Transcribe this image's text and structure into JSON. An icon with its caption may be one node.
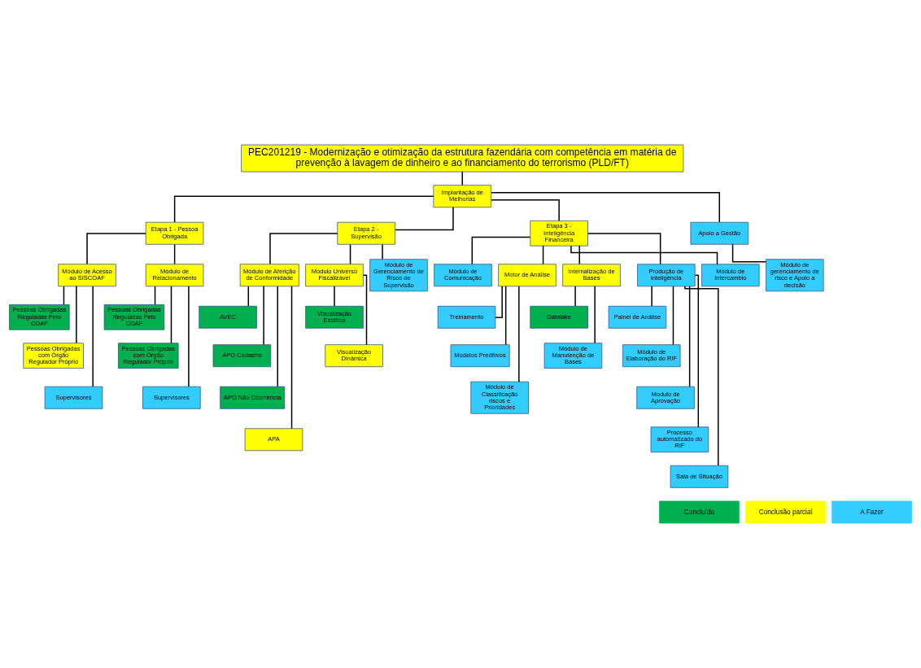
{
  "diagram": {
    "nodes": [
      {
        "text": [
          "PEC201219 - Modernização e otimização da estrutura fazendária com competência em matéria de prevenção à lavagem de dinheiro e ao financiamento do terrorismo (PLD/FT)"
        ]
      },
      {
        "text": [
          "Implantação de Melhorias"
        ]
      },
      {
        "text": [
          "Etapa 1 - Pessoa Obrigada"
        ]
      },
      {
        "text": [
          "Etapa 2 - Supervisão"
        ]
      },
      {
        "text": [
          "Etapa 3 - Inteligência Financeira"
        ]
      },
      {
        "text": [
          "Apoio a Gestão"
        ]
      },
      {
        "text": [
          "Módulo de Acesso ao SISCOAF"
        ]
      },
      {
        "text": [
          "Módulo de Relacionamento"
        ]
      },
      {
        "text": [
          "Módulo de Aferição de Conformidade"
        ]
      },
      {
        "text": [
          "Módulo Universo Fiscalizável"
        ]
      },
      {
        "text": [
          "Módulo de Gerenciamento de Risco de Supervisão"
        ]
      },
      {
        "text": [
          "Módulo de Comunicação"
        ]
      },
      {
        "text": [
          "Motor de Análise"
        ]
      },
      {
        "text": [
          "Internalização de Bases"
        ]
      },
      {
        "text": [
          "Produção de inteligência"
        ]
      },
      {
        "text": [
          "Módulo de Intercambio"
        ]
      },
      {
        "text": [
          "Módulo de gerenciamento de risco e Apoio a decisão"
        ]
      },
      {
        "text": [
          "Pessoas Obrigadas Reguladas Pelo COAF"
        ]
      },
      {
        "text": [
          "Pessoas Obrigadas com Órgão Regulador Próprio"
        ]
      },
      {
        "text": [
          "Supervisores"
        ]
      },
      {
        "text": [
          "Pessoas Obrigadas Reguladas Pelo COAF"
        ]
      },
      {
        "text": [
          "Pessoas Obrigadas com Órgão Regulador Próprio"
        ]
      },
      {
        "text": [
          "Supervisores"
        ]
      },
      {
        "text": [
          "AVEC"
        ]
      },
      {
        "text": [
          "APO Cadastro"
        ]
      },
      {
        "text": [
          "APO Não Ocorrência"
        ]
      },
      {
        "text": [
          "APA"
        ]
      },
      {
        "text": [
          "Visualização Estática"
        ]
      },
      {
        "text": [
          "Visualização Dinâmica"
        ]
      },
      {
        "text": [
          "Treinamento"
        ]
      },
      {
        "text": [
          "Modelos Preditivos"
        ]
      },
      {
        "text": [
          "Módulo de Classificação riscos e Prioridades"
        ]
      },
      {
        "text": [
          "Datalake"
        ]
      },
      {
        "text": [
          "Módulo de Manutenção de Bases"
        ]
      },
      {
        "text": [
          "Painel de Análise"
        ]
      },
      {
        "text": [
          "Módulo de Elaboração do RIF"
        ]
      },
      {
        "text": [
          "Modulo de Aprovação"
        ]
      },
      {
        "text": [
          "Processo automatizado do RIF"
        ]
      },
      {
        "text": [
          "Sala de Situação"
        ]
      }
    ],
    "edges": [
      {
        "from": 0,
        "to": 1,
        "arrow": "none"
      },
      {
        "from": 1,
        "to": 2,
        "arrow": "none"
      },
      {
        "from": 1,
        "to": 3,
        "arrow": "none"
      },
      {
        "from": 1,
        "to": 4,
        "arrow": "none"
      },
      {
        "from": 1,
        "to": 5,
        "arrow": "none"
      },
      {
        "from": 2,
        "to": 6,
        "arrow": "none"
      },
      {
        "from": 2,
        "to": 7,
        "arrow": "none"
      },
      {
        "from": 3,
        "to": 8,
        "arrow": "none"
      },
      {
        "from": 3,
        "to": 9,
        "arrow": "none"
      },
      {
        "from": 3,
        "to": 10,
        "arrow": "none"
      },
      {
        "from": 4,
        "to": 11,
        "arrow": "none"
      },
      {
        "from": 4,
        "to": 12,
        "arrow": "none"
      },
      {
        "from": 4,
        "to": 13,
        "arrow": "none"
      },
      {
        "from": 4,
        "to": 14,
        "arrow": "none"
      },
      {
        "from": 4,
        "to": 15,
        "arrow": "none"
      },
      {
        "from": 5,
        "to": 16,
        "arrow": "none"
      },
      {
        "from": 6,
        "to": 17,
        "arrow": "none"
      },
      {
        "from": 6,
        "to": 18,
        "arrow": "none"
      },
      {
        "from": 6,
        "to": 19,
        "arrow": "none"
      },
      {
        "from": 7,
        "to": 20,
        "arrow": "none"
      },
      {
        "from": 7,
        "to": 21,
        "arrow": "none"
      },
      {
        "from": 7,
        "to": 22,
        "arrow": "none"
      },
      {
        "from": 8,
        "to": 23,
        "arrow": "none"
      },
      {
        "from": 8,
        "to": 24,
        "arrow": "none"
      },
      {
        "from": 8,
        "to": 25,
        "arrow": "none"
      },
      {
        "from": 8,
        "to": 26,
        "arrow": "none"
      },
      {
        "from": 9,
        "to": 27,
        "arrow": "none"
      },
      {
        "from": 9,
        "to": 28,
        "arrow": "none"
      },
      {
        "from": 12,
        "to": 29,
        "arrow": "none"
      },
      {
        "from": 12,
        "to": 30,
        "arrow": "none"
      },
      {
        "from": 12,
        "to": 31,
        "arrow": "none"
      },
      {
        "from": 13,
        "to": 32,
        "arrow": "none"
      },
      {
        "from": 13,
        "to": 33,
        "arrow": "none"
      },
      {
        "from": 14,
        "to": 34,
        "arrow": "none"
      },
      {
        "from": 14,
        "to": 35,
        "arrow": "none"
      },
      {
        "from": 14,
        "to": 36,
        "arrow": "none"
      },
      {
        "from": 14,
        "to": 37,
        "arrow": "none"
      },
      {
        "from": 14,
        "to": 38,
        "arrow": "none"
      }
    ],
    "legend": [
      {
        "text": "Concluído",
        "color": "#00b050"
      },
      {
        "text": "Conclusão parcial",
        "color": "#ffff00"
      },
      {
        "text": "A Fazer",
        "color": "#33ccff"
      }
    ]
  }
}
